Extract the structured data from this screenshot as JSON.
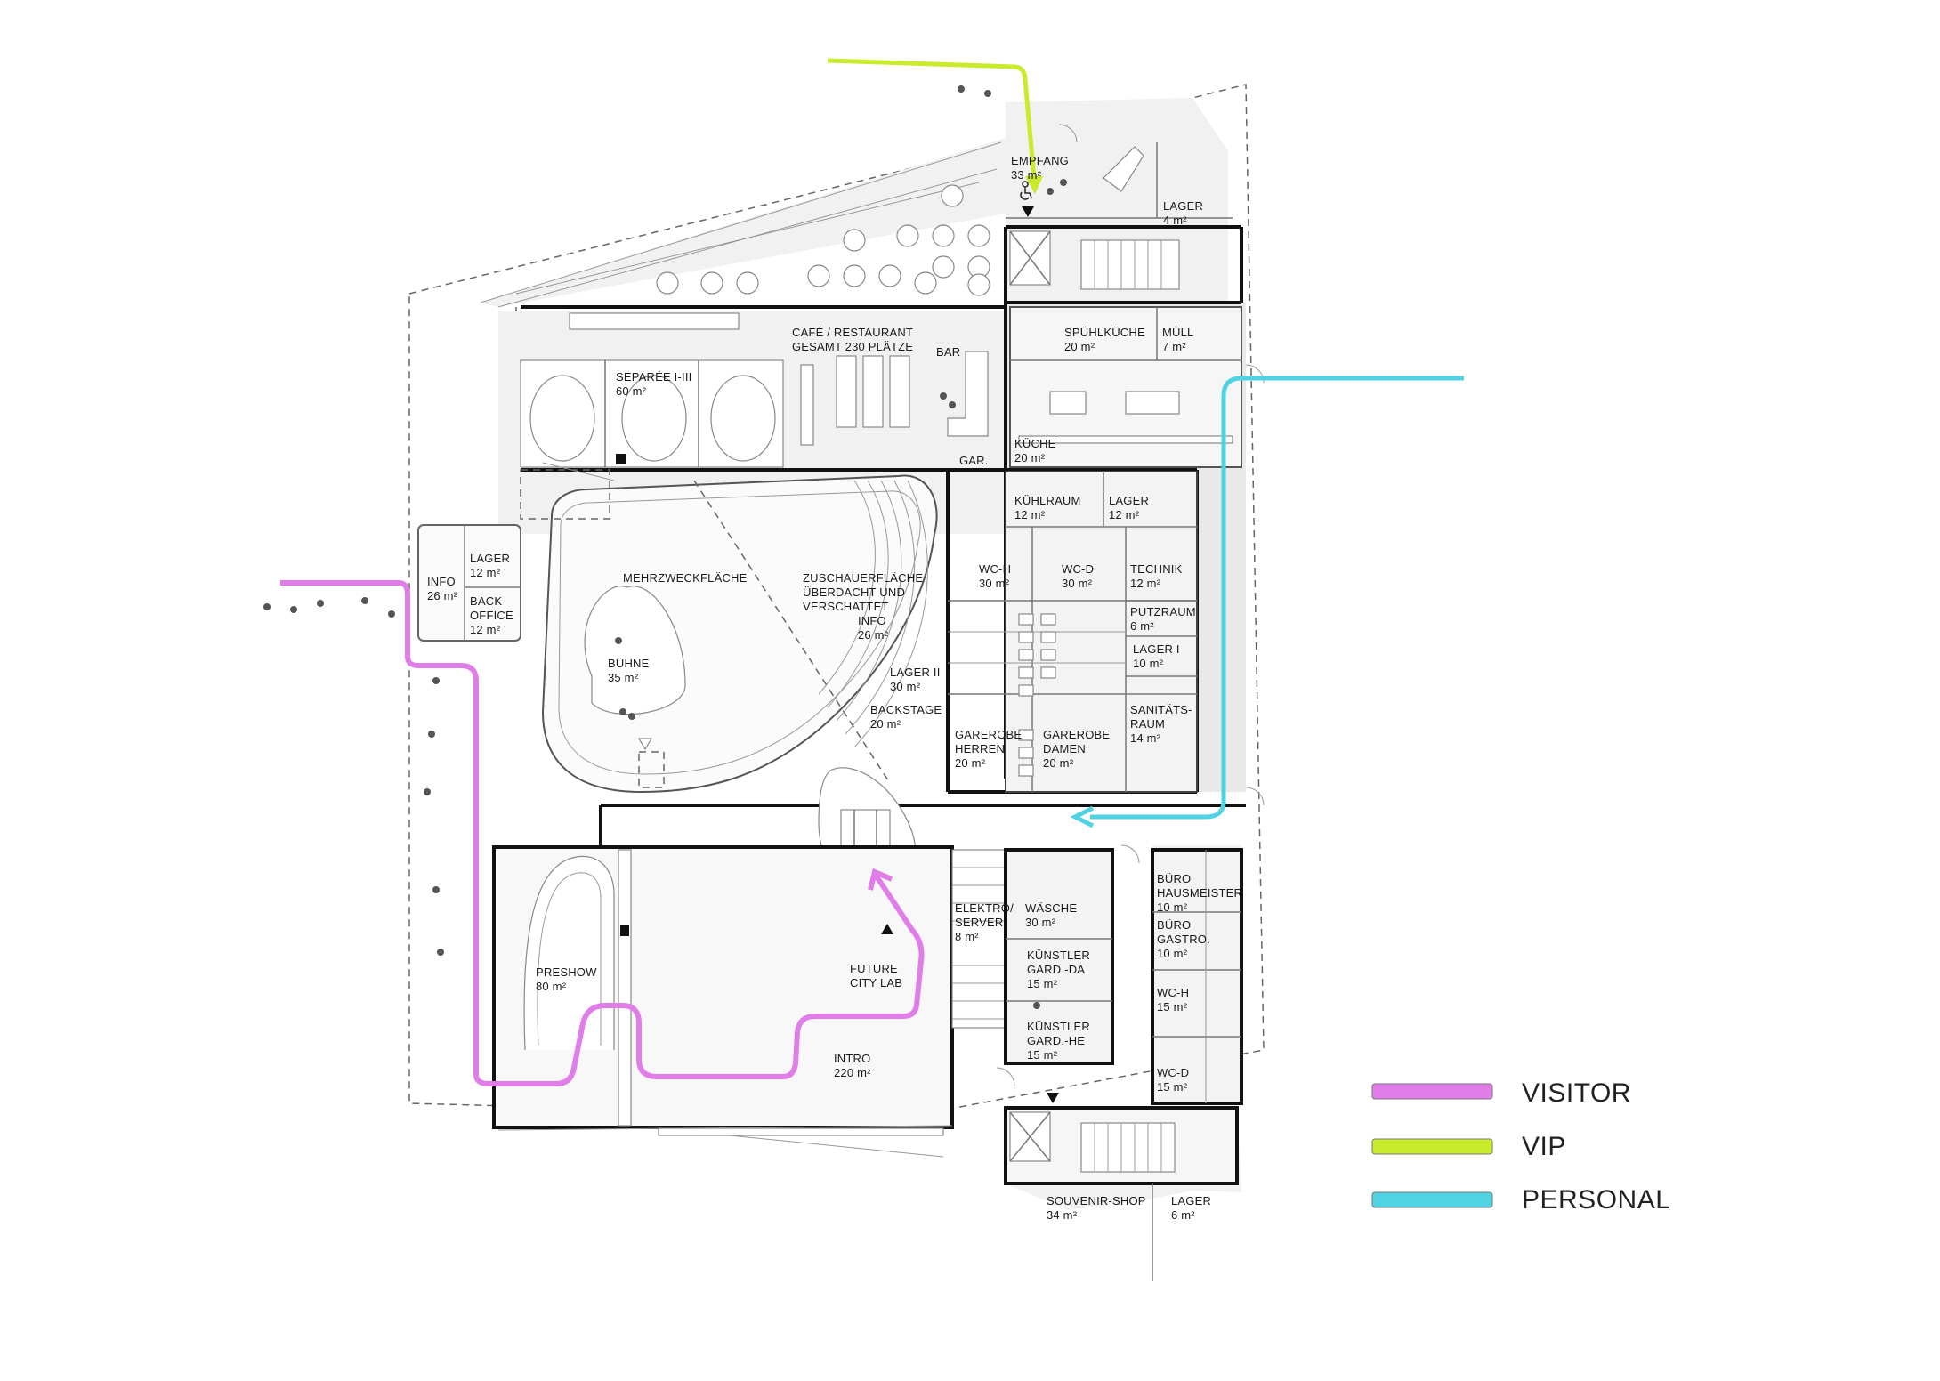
{
  "rooms": {
    "empfang": [
      "EMPFANG",
      "33 m²"
    ],
    "lager_top": [
      "LAGER",
      "4 m²"
    ],
    "cafe": [
      "CAFÉ / RESTAURANT",
      "GESAMT 230 PLÄTZE"
    ],
    "bar": [
      "BAR"
    ],
    "separee": [
      "SEPARÉE I-III",
      "60 m²"
    ],
    "spuelkueche": [
      "SPÜHLKÜCHE",
      "20 m²"
    ],
    "muell": [
      "MÜLL",
      "7 m²"
    ],
    "kueche": [
      "KÜCHE",
      "20 m²"
    ],
    "gar": [
      "GAR."
    ],
    "kuehlraum": [
      "KÜHLRAUM",
      "12 m²"
    ],
    "lager_k": [
      "LAGER",
      "12 m²"
    ],
    "info": [
      "INFO",
      "26 m²"
    ],
    "lager_info": [
      "LAGER",
      "12 m²"
    ],
    "backoffice": [
      "BACK-",
      "OFFICE",
      "12 m²"
    ],
    "mehrzweck": [
      "MEHRZWECKFLÄCHE"
    ],
    "zuschauer": [
      "ZUSCHAUERFLÄCHE",
      "ÜBERDACHT UND",
      "VERSCHATTET",
      "INFO",
      "26 m²"
    ],
    "buehne": [
      "BÜHNE",
      "35 m²"
    ],
    "wch": [
      "WC-H",
      "30 m²"
    ],
    "wcd": [
      "WC-D",
      "30 m²"
    ],
    "technik": [
      "TECHNIK",
      "12 m²"
    ],
    "putzraum": [
      "PUTZRAUM",
      "6 m²"
    ],
    "lager1": [
      "LAGER I",
      "10 m²"
    ],
    "lager2": [
      "LAGER II",
      "30 m²"
    ],
    "backstage": [
      "BACKSTAGE",
      "20 m²"
    ],
    "sanitaets": [
      "SANITÄTS-",
      "RAUM",
      "14 m²"
    ],
    "gar_herren": [
      "GAREROBE",
      "HERREN",
      "20 m²"
    ],
    "gar_damen": [
      "GAREROBE",
      "DAMEN",
      "20 m²"
    ],
    "preshow": [
      "PRESHOW",
      "80 m²"
    ],
    "future": [
      "FUTURE",
      "CITY LAB"
    ],
    "intro": [
      "INTRO",
      "220 m²"
    ],
    "elektro": [
      "ELEKTRO/",
      "SERVER",
      "8 m²"
    ],
    "waesche": [
      "WÄSCHE",
      "30 m²"
    ],
    "kuenstler_da": [
      "KÜNSTLER",
      "GARD.-DA",
      "15 m²"
    ],
    "kuenstler_he": [
      "KÜNSTLER",
      "GARD.-HE",
      "15 m²"
    ],
    "buero_haus": [
      "BÜRO",
      "HAUSMEISTER",
      "10 m²"
    ],
    "buero_gastro": [
      "BÜRO",
      "GASTRO.",
      "10 m²"
    ],
    "wch2": [
      "WC-H",
      "15 m²"
    ],
    "wcd2": [
      "WC-D",
      "15 m²"
    ],
    "souvenir": [
      "SOUVENIR-SHOP",
      "34 m²"
    ],
    "lager_shop": [
      "LAGER",
      "6 m²"
    ]
  },
  "legend": [
    {
      "label": "VISITOR",
      "color": "#e07de8"
    },
    {
      "label": "VIP",
      "color": "#c8ec2c"
    },
    {
      "label": "PERSONAL",
      "color": "#4fd3e3"
    }
  ],
  "icons": [
    "accessibility-icon",
    "arrow-down-icon",
    "arrow-up-icon"
  ]
}
